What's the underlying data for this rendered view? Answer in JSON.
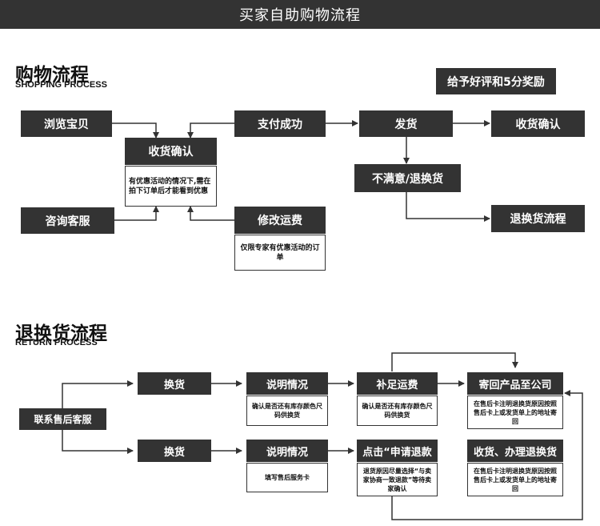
{
  "header": {
    "title": "买家自助购物流程"
  },
  "shopping": {
    "title": "购物流程",
    "subtitle": "SHOPPING PROCESS",
    "reward": "给予好评和5分奖励",
    "browse": "浏览宝贝",
    "consult": "咨询客服",
    "confirm_receipt_center": "收货确认",
    "note_discount": "有优惠活动的情况下,需在拍下订单后才能看到优惠",
    "pay_success": "支付成功",
    "modify_shipping": "修改运费",
    "note_modify": "仅限专家有优惠活动的订单",
    "ship": "发货",
    "confirm_receipt_right": "收货确认",
    "unsatisfied": "不满意/退换货",
    "return_process": "退换货流程"
  },
  "returns": {
    "title": "退换货流程",
    "subtitle": "RETURN PROCESS",
    "contact_service": "联系售后客服",
    "exchange_top": "换货",
    "explain_top": "说明情况",
    "note_explain_top": "确认是否还有库存颜色尺码供换货",
    "add_shipping": "补足运费",
    "note_add_shipping": "确认是否还有库存颜色尺码供换货",
    "send_back": "寄回产品至公司",
    "note_send_back": "在售后卡注明退换货原因按照售后卡上或发货单上的地址寄回",
    "exchange_bottom": "换货",
    "explain_bottom": "说明情况",
    "note_explain_bottom": "填写售后服务卡",
    "apply_refund": "点击“申请退款",
    "note_apply_refund": "退货原因尽量选择“与卖家协商一致退款”等待卖家确认",
    "receive_refund": "收货、办理退换货",
    "note_receive_refund": "在售后卡注明退换货原因按照售后卡上或发货单上的地址寄回"
  },
  "colors": {
    "box": "#333333",
    "header": "#333333",
    "line": "#333333"
  }
}
